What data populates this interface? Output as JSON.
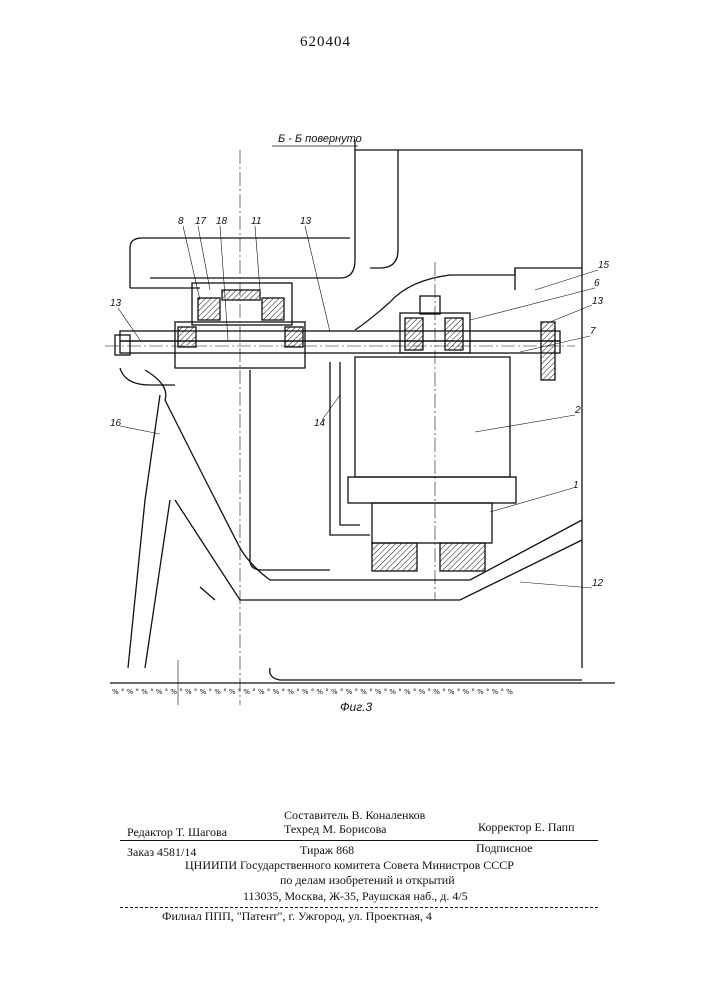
{
  "patent_number": "620404",
  "drawing": {
    "section_label": "Б - Б повернуто",
    "figure_caption": "Фиг.3",
    "callouts": [
      "8",
      "17",
      "18",
      "11",
      "13",
      "13",
      "15",
      "6",
      "13",
      "7",
      "14",
      "2",
      "1",
      "16",
      "12"
    ]
  },
  "imprint": {
    "compiler": "Составитель В. Коналенков",
    "editor": "Редактор Т. Шагова",
    "techred": "Техред М. Борисова",
    "corrector": "Корректор Е. Папп",
    "order": "Заказ 4581/14",
    "circulation": "Тираж 868",
    "subscription": "Подписное",
    "institute_line1": "ЦНИИПИ Государственного комитета Совета Министров СССР",
    "institute_line2": "по делам изобретений и открытий",
    "address": "113035, Москва, Ж-35, Раушская наб., д. 4/5",
    "branch": "Филиал ППП, \"Патент\", г. Ужгород, ул. Проектная, 4"
  }
}
